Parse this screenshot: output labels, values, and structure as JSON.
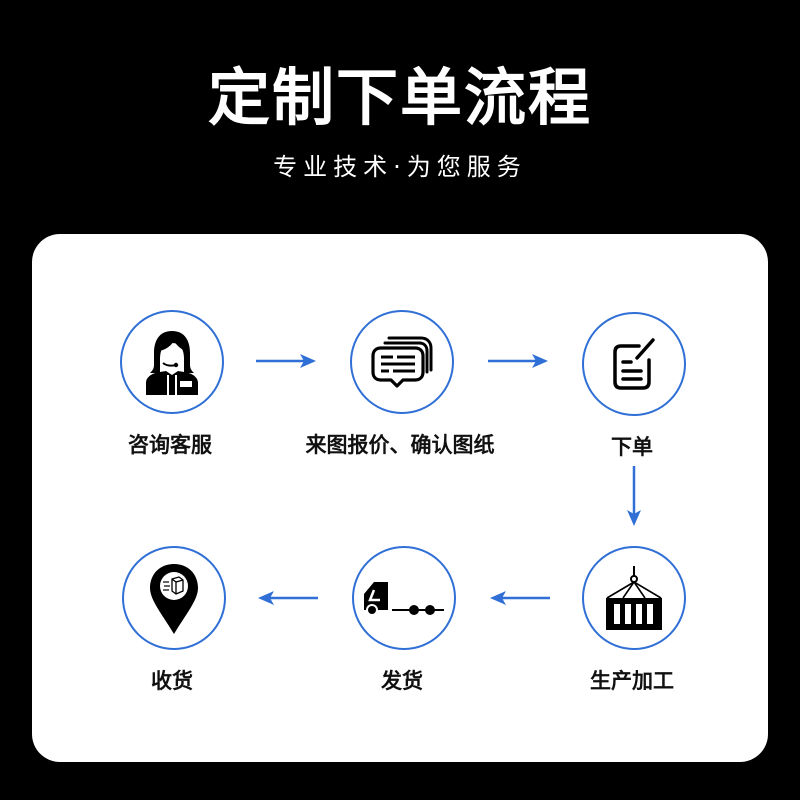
{
  "header": {
    "title": "定制下单流程",
    "subtitle": "专业技术·为您服务"
  },
  "colors": {
    "background": "#000000",
    "card": "#ffffff",
    "accent": "#2f6fd6",
    "icon": "#000000",
    "text": "#111111"
  },
  "steps": [
    {
      "label": "咨询客服",
      "icon": "customer-service-agent-icon"
    },
    {
      "label": "来图报价、确认图纸",
      "icon": "chat-bubbles-icon"
    },
    {
      "label": "下单",
      "icon": "edit-document-icon"
    },
    {
      "label": "生产加工",
      "icon": "shipping-container-icon"
    },
    {
      "label": "发货",
      "icon": "truck-icon"
    },
    {
      "label": "收货",
      "icon": "location-pin-package-icon"
    }
  ],
  "arrows": [
    {
      "from": "咨询客服",
      "to": "来图报价、确认图纸",
      "direction": "right"
    },
    {
      "from": "来图报价、确认图纸",
      "to": "下单",
      "direction": "right"
    },
    {
      "from": "下单",
      "to": "生产加工",
      "direction": "down"
    },
    {
      "from": "生产加工",
      "to": "发货",
      "direction": "left"
    },
    {
      "from": "发货",
      "to": "收货",
      "direction": "left"
    }
  ]
}
